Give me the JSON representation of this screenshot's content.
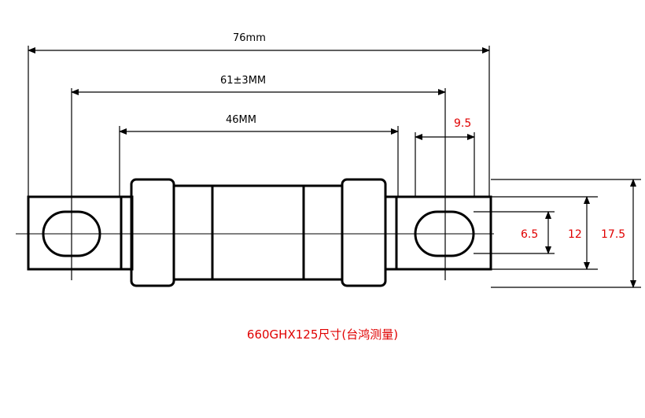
{
  "dimensions": {
    "overall": "76mm",
    "tab_centers": "61±3MM",
    "body_length": "46MM",
    "tab_length": "9.5",
    "slot_width": "6.5",
    "tab_width": "12",
    "body_diameter": "17.5"
  },
  "caption": "660GHX125尺寸(台鸿测量)"
}
